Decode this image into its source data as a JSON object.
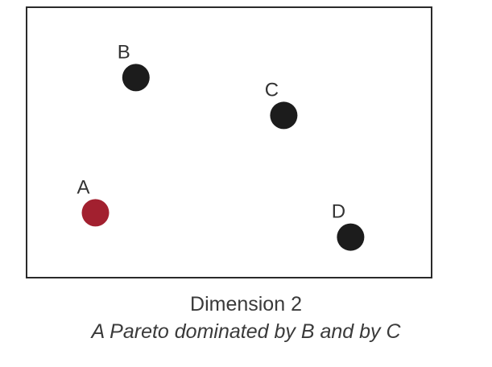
{
  "points": [
    {
      "label": "B",
      "x": 0.27,
      "y": 0.74,
      "color": "#1c1c1c"
    },
    {
      "label": "C",
      "x": 0.635,
      "y": 0.6,
      "color": "#1c1c1c"
    },
    {
      "label": "A",
      "x": 0.17,
      "y": 0.24,
      "color": "#a2202f"
    },
    {
      "label": "D",
      "x": 0.8,
      "y": 0.15,
      "color": "#1c1c1c"
    }
  ],
  "caption": {
    "line1": "Dimension 2",
    "line2": "A Pareto dominated by B and by C"
  },
  "colors": {
    "frame": "#2a2a2a",
    "dominated": "#a2202f",
    "point": "#1c1c1c"
  }
}
